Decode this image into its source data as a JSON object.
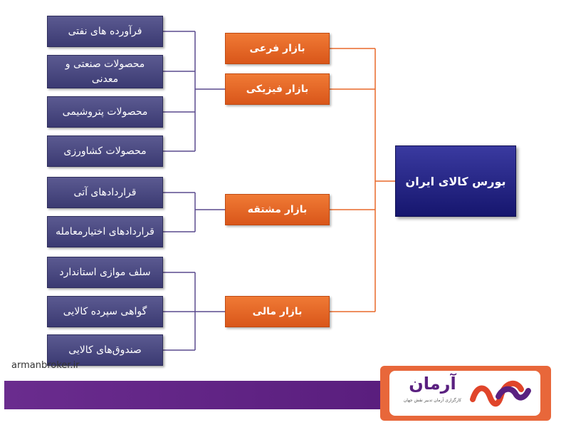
{
  "root": {
    "label": "بورس کالای ایران"
  },
  "markets": [
    {
      "label": "بازار فرعی"
    },
    {
      "label": "بازار فیزیکی"
    },
    {
      "label": "بازار مشتقه"
    },
    {
      "label": "بازار مالی"
    }
  ],
  "products": [
    {
      "label": "فرآورده های نفتی"
    },
    {
      "label": "محصولات صنعتی و معدنی"
    },
    {
      "label": "محصولات پتروشیمی"
    },
    {
      "label": "محصولات کشاورزی"
    },
    {
      "label": "قراردادهای آتی"
    },
    {
      "label": "قراردادهای اختیارمعامله"
    },
    {
      "label": "سلف موازی استاندارد"
    },
    {
      "label": "گواهی سپرده کالایی"
    },
    {
      "label": "صندوق‌های کالایی"
    }
  ],
  "footer": {
    "site": "armanbroker.ir",
    "brand_name": "آرمان",
    "brand_tagline": "کارگزاری آرمان تدبیر نقش جهان"
  },
  "colors": {
    "leaf": "#4a4982",
    "market": "#e8692a",
    "root": "#1f1f80",
    "connector_orange": "#e8692a",
    "connector_purple": "#5a4a8e",
    "band": "#5f2385"
  }
}
